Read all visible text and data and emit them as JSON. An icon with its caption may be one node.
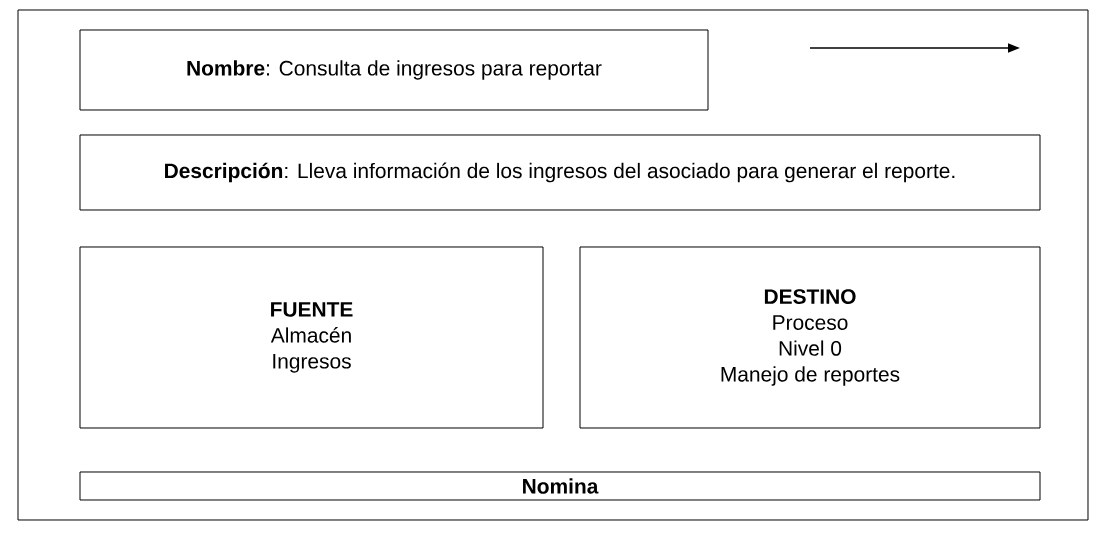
{
  "diagram": {
    "nodes": [
      {
        "text": [
          "**Nombre**: Consulta de ingresos para reportar"
        ]
      },
      {
        "text": [
          "**Descripción**: Lleva información de los ingresos del asociado para generar el reporte."
        ]
      },
      {
        "text": [
          "FUENTE",
          "Almacén",
          "Ingresos"
        ]
      },
      {
        "text": [
          "DESTINO",
          "Proceso",
          "Nivel 0",
          "Manejo de reportes"
        ]
      },
      {
        "text": [
          "Nomina"
        ]
      }
    ]
  }
}
